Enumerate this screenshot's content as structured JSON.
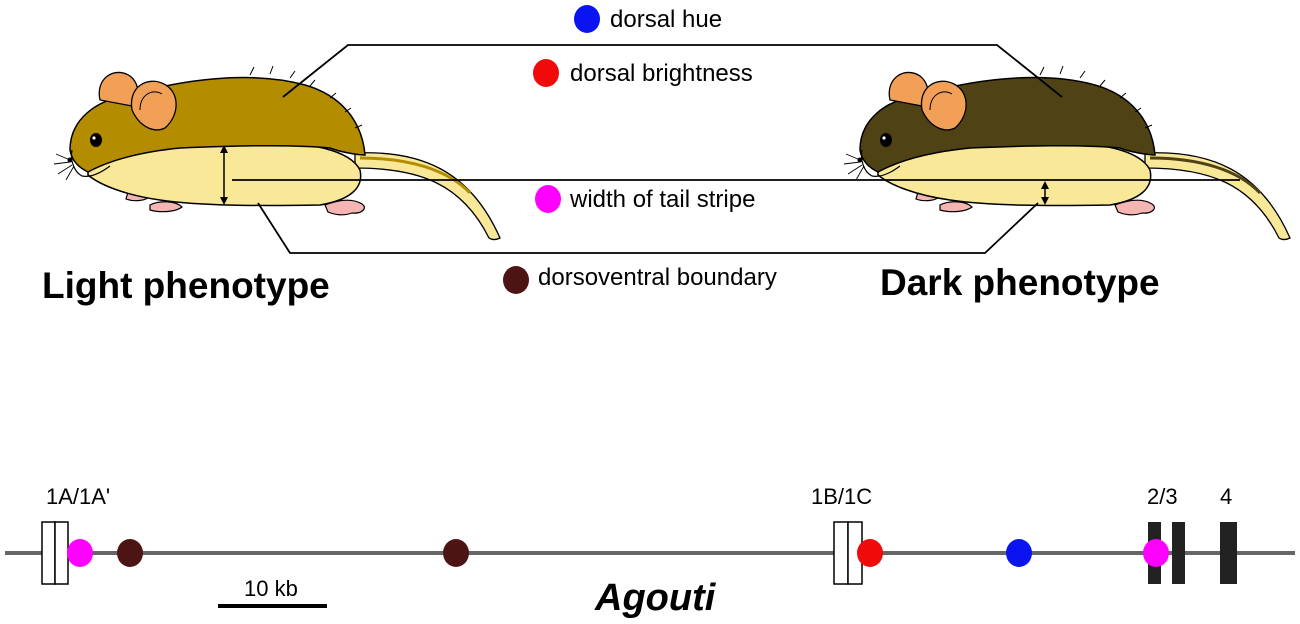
{
  "legend": {
    "items": [
      {
        "label": "dorsal hue",
        "color": "#0a14f0"
      },
      {
        "label": "dorsal brightness",
        "color": "#f00a0a"
      },
      {
        "label": "width of tail stripe",
        "color": "#ff00ff"
      },
      {
        "label": "dorsoventral boundary",
        "color": "#4d1414"
      }
    ]
  },
  "phenotypes": {
    "light": {
      "label": "Light phenotype",
      "fur": "#b38c00",
      "belly": "#f8e898"
    },
    "dark": {
      "label": "Dark phenotype",
      "fur": "#4f4215",
      "belly": "#f8e898"
    }
  },
  "gene": {
    "name": "Agouti",
    "scale_label": "10 kb",
    "exons": [
      {
        "label": "1A/1A'",
        "style": "open"
      },
      {
        "label": "1B/1C",
        "style": "open"
      },
      {
        "label": "2/3",
        "style": "filled"
      },
      {
        "label": "4",
        "style": "filled"
      }
    ],
    "line_color": "#666666"
  }
}
